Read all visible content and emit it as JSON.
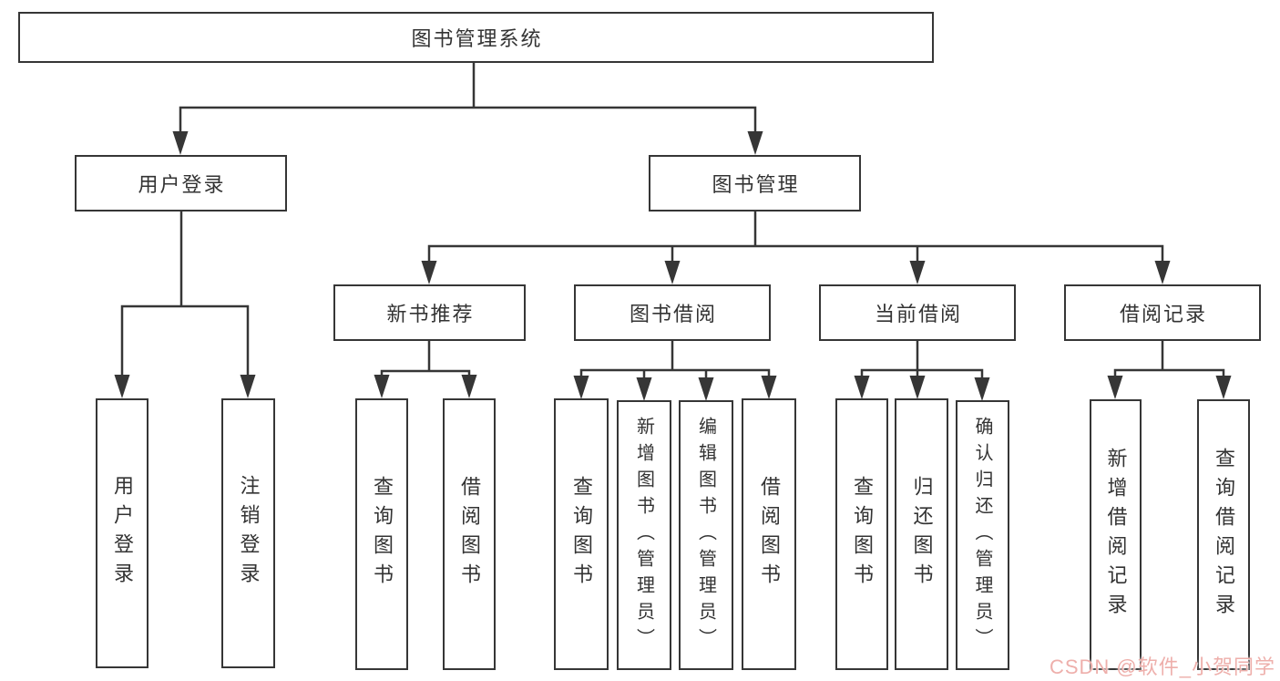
{
  "tree": {
    "root": {
      "label": "图书管理系统"
    },
    "branches": [
      {
        "label": "用户登录",
        "leaves": [
          {
            "label": "用户登录"
          },
          {
            "label": "注销登录"
          }
        ]
      },
      {
        "label": "图书管理",
        "sections": [
          {
            "label": "新书推荐",
            "leaves": [
              {
                "label": "查询图书"
              },
              {
                "label": "借阅图书"
              }
            ]
          },
          {
            "label": "图书借阅",
            "leaves": [
              {
                "label": "查询图书"
              },
              {
                "label": "新增图书（管理员）"
              },
              {
                "label": "编辑图书（管理员）"
              },
              {
                "label": "借阅图书"
              }
            ]
          },
          {
            "label": "当前借阅",
            "leaves": [
              {
                "label": "查询图书"
              },
              {
                "label": "归还图书"
              },
              {
                "label": "确认归还（管理员）"
              }
            ]
          },
          {
            "label": "借阅记录",
            "leaves": [
              {
                "label": "新增借阅记录"
              },
              {
                "label": "查询借阅记录"
              }
            ]
          }
        ]
      }
    ]
  },
  "watermark": {
    "text": "CSDN @软件_小贺同学"
  },
  "colors": {
    "background": "#ffffff",
    "line": "#363636",
    "text": "#333333",
    "watermark": "#eeafab"
  }
}
